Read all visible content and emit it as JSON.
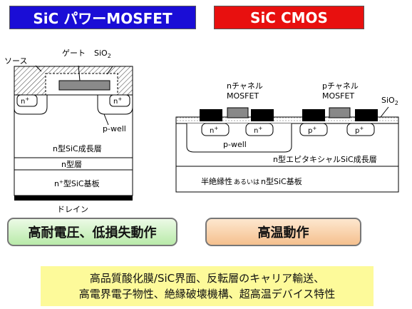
{
  "titles": {
    "left": "SiC パワーMOSFET",
    "right": "SiC CMOS"
  },
  "mosfet": {
    "source": "ソース",
    "gate": "ゲート",
    "oxide_base": "SiO",
    "oxide_sub": "2",
    "n_plus": "n",
    "plus": "+",
    "pwell": "p-well",
    "epi_layer": "n型SiC成長層",
    "n_layer": "n型層",
    "substrate_base": "n",
    "substrate_rest": "型SiC基板",
    "drain": "ドレイン"
  },
  "cmos": {
    "nch_line1": "nチャネル",
    "nch_line2": "MOSFET",
    "pch_line1": "pチャネル",
    "pch_line2": "MOSFET",
    "oxide_base": "SiO",
    "oxide_sub": "2",
    "n_plus": "n",
    "p_plus": "p",
    "plus": "+",
    "pwell": "p-well",
    "epi_layer": "n型エピタキシャルSiC成長層",
    "substrate_part1": "半絶縁性",
    "substrate_part2": "あるいは",
    "substrate_part3": "n型SiC基板"
  },
  "features": {
    "left": "高耐電圧、低損失動作",
    "right": "高温動作"
  },
  "research": {
    "line1": "高品質酸化膜/SiC界面、反転層のキャリア輸送、",
    "line2": "高電界電子物性、絶縁破壊機構、超高温デバイス特性"
  },
  "colors": {
    "title_left_bg": "#1a0dd6",
    "title_right_bg": "#e8100f",
    "pill_left": "#c8efbb",
    "pill_right": "#f8cfa3",
    "research_bg": "#fdfa9a"
  }
}
